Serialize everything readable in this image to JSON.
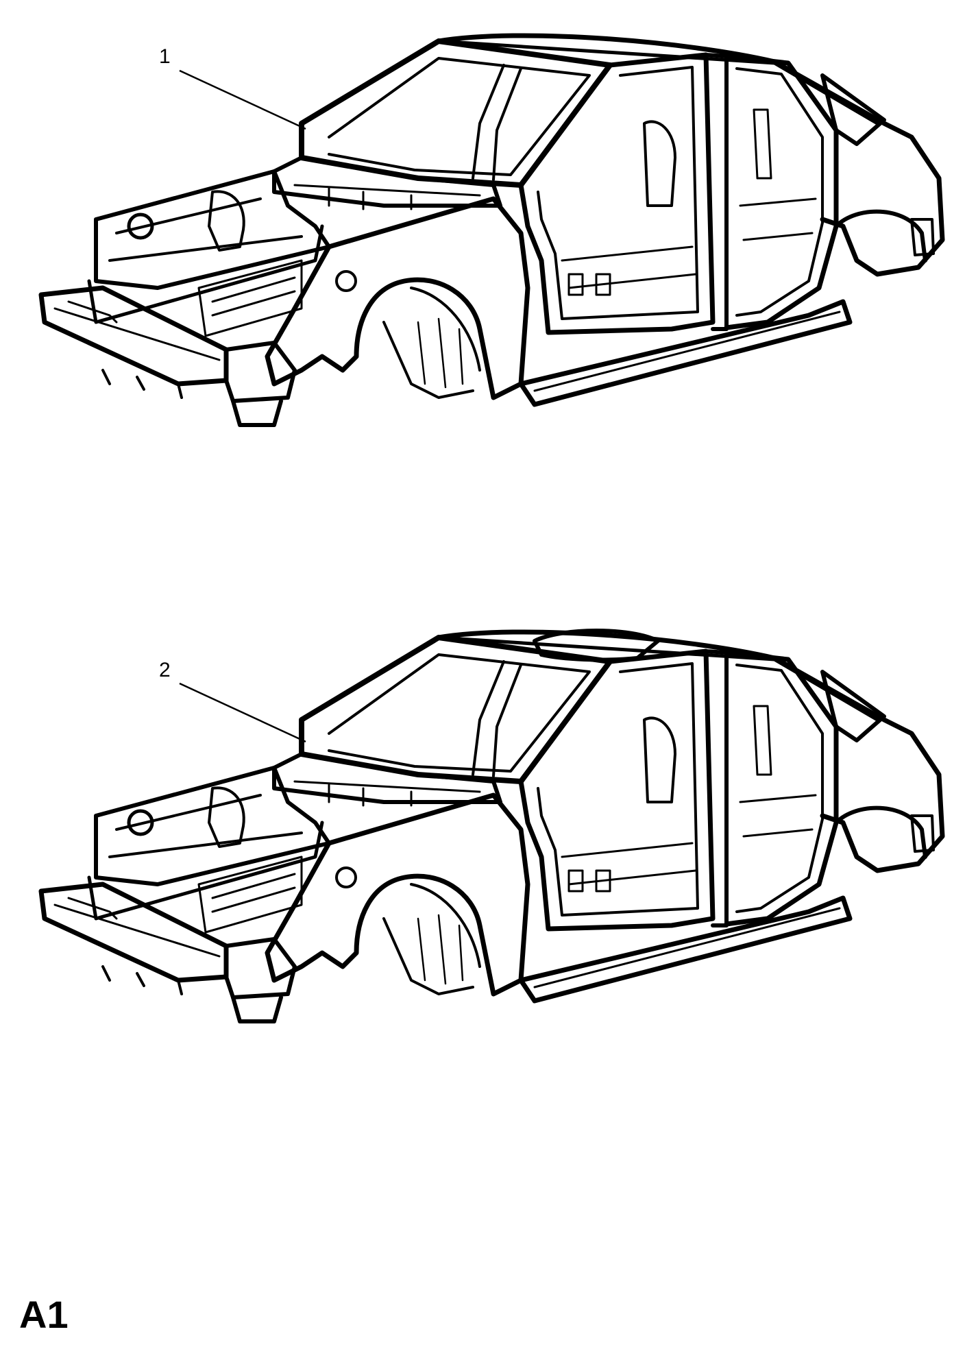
{
  "diagram": {
    "callouts": [
      {
        "label": "1",
        "part": "body-shell-without-sunroof"
      },
      {
        "label": "2",
        "part": "body-shell-with-sunroof"
      }
    ],
    "figure_code": "A1"
  }
}
